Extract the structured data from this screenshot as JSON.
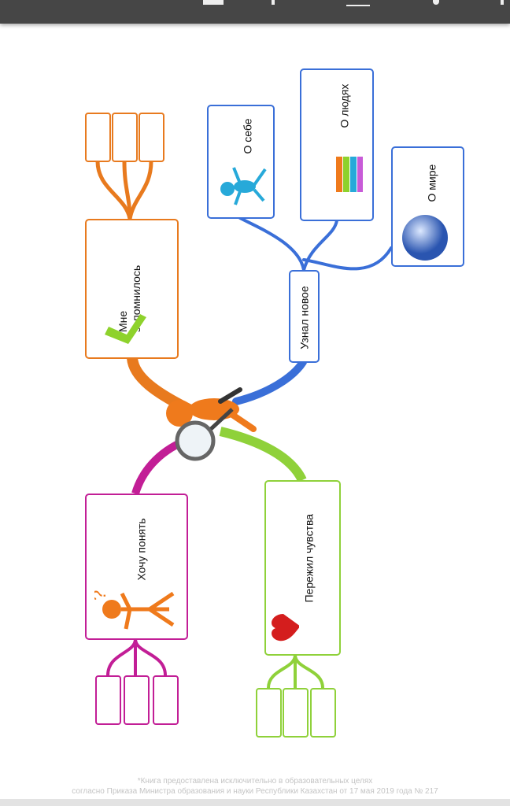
{
  "mindmap": {
    "center_icon": "figure-with-magnifier-icon",
    "branches": {
      "remembered": {
        "label_line1": "Мне",
        "label_line2": "запомнилось",
        "icon": "checkmark-icon",
        "color": "#e87a1e"
      },
      "learned": {
        "label": "Узнал новое",
        "color": "#3a6fd8",
        "children": [
          {
            "label": "О себе",
            "icon": "person-icon"
          },
          {
            "label": "О людях",
            "icon": "people-icon"
          },
          {
            "label": "О мире",
            "icon": "globe-icon"
          }
        ]
      },
      "want_understand": {
        "label": "Хочу понять",
        "icon": "question-figure-icon",
        "color": "#c21e96"
      },
      "felt": {
        "label": "Пережил чувства",
        "icon": "heart-icon",
        "color": "#8fd13a"
      }
    }
  },
  "footer": {
    "line1": "*Книга предоставлена исключительно в образовательных целях",
    "line2": "согласно Приказа Министра образования и науки Республики Казахстан от 17 мая 2019 года № 217"
  }
}
